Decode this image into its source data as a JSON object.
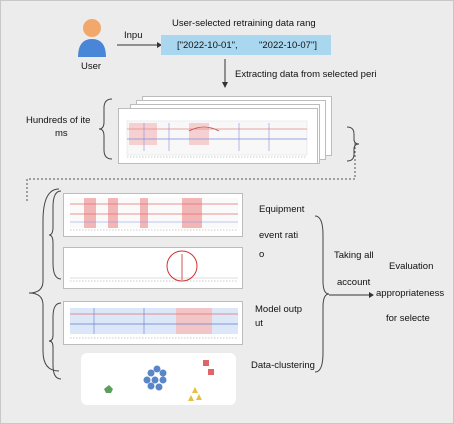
{
  "user": {
    "label": "User",
    "action_label": "Inpu"
  },
  "range": {
    "title": "User-selected retraining data rang",
    "start": "[\"2022-10-01\",",
    "end": "\"2022-10-07\"]"
  },
  "extract_label": "Extracting data from selected peri",
  "stack_label": {
    "line1": "Hundreds of ite",
    "line2": "ms"
  },
  "panels": {
    "equipment": {
      "line1": "Equipment",
      "line2": "event rati",
      "line3": "o"
    },
    "model": {
      "line1": "Model outp",
      "line2": "ut"
    },
    "clustering": {
      "label": "Data-clustering"
    }
  },
  "taking_all": {
    "line1": "Taking all",
    "line2": "account"
  },
  "evaluation": {
    "line1": "Evaluation",
    "line2": "appropriateness",
    "line3": "for selecte"
  },
  "colors": {
    "accent_blue": "#a9d7ef",
    "highlight_red": "#f2b6b6",
    "model_band": "#dce8f7",
    "cluster_blue": "#5a86c8",
    "cluster_red": "#e06666",
    "cluster_yellow": "#e8c040",
    "cluster_green": "#5aa05a",
    "user_orange": "#f2a86a",
    "user_blue": "#4a86d8"
  }
}
